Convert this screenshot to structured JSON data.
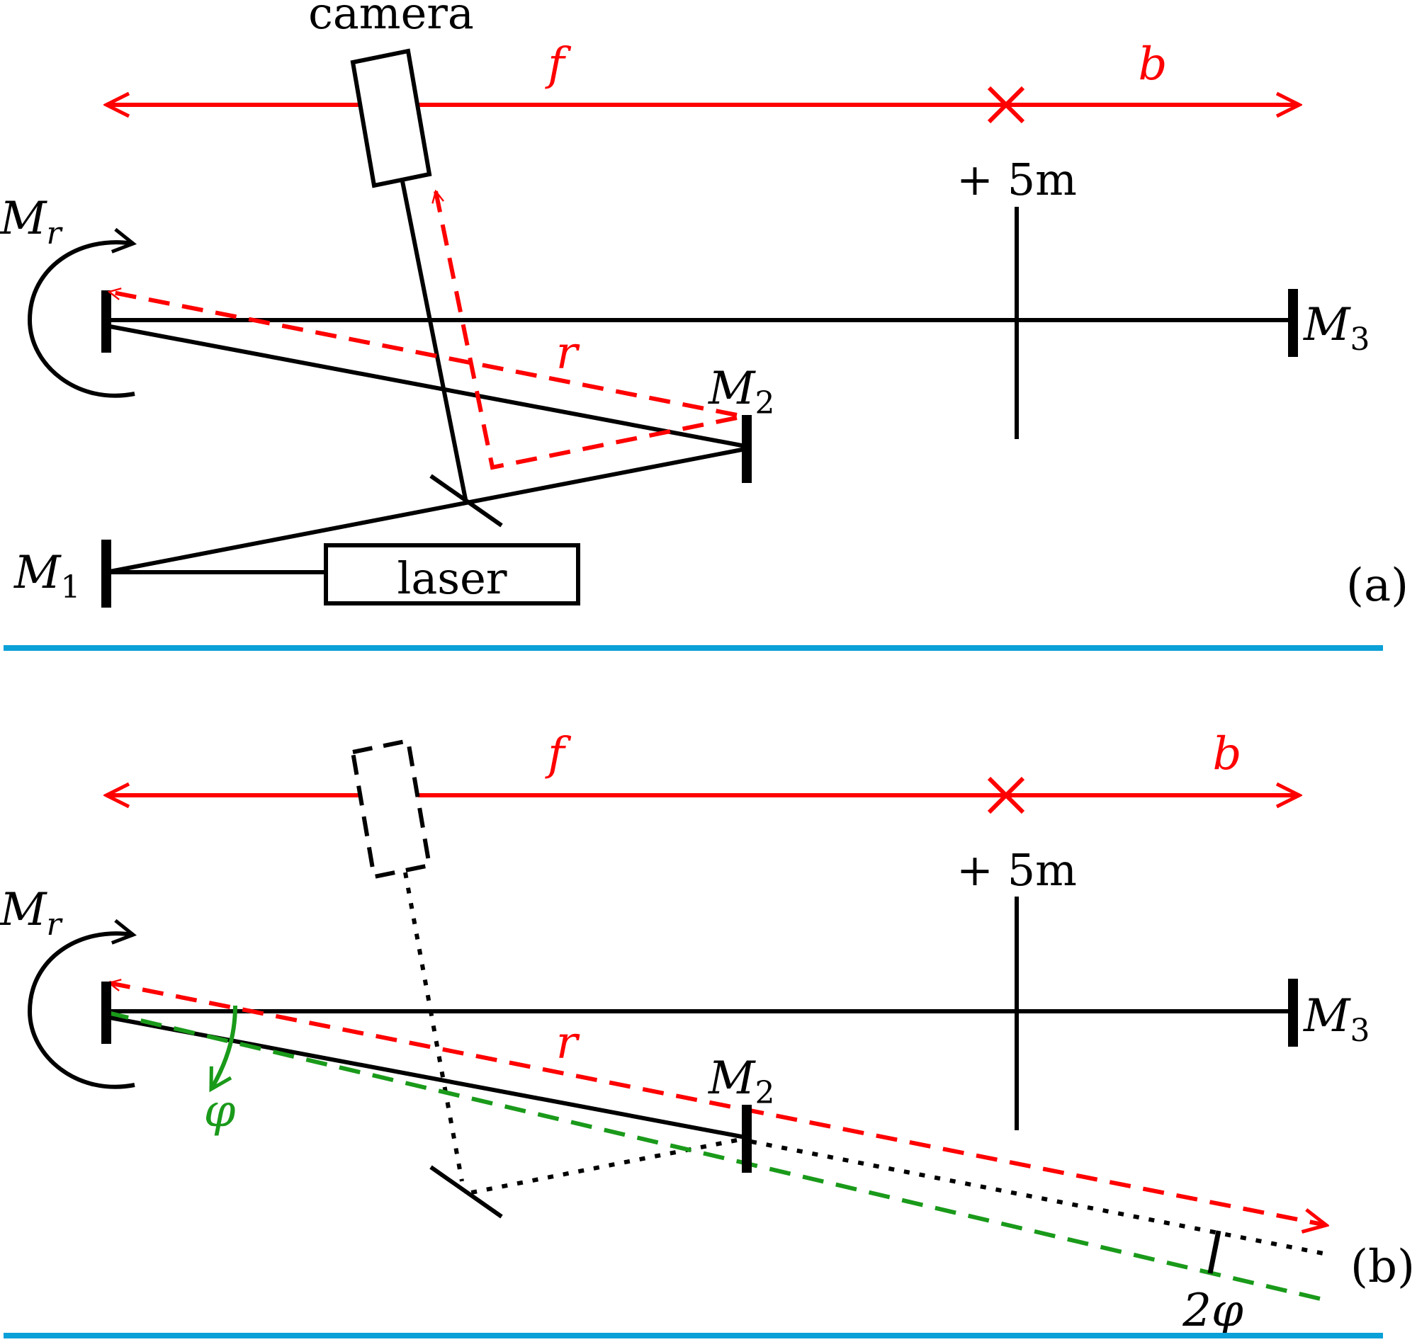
{
  "colors": {
    "ink": "#000000",
    "measure": "#ff0000",
    "rotation": "#1a9a1a",
    "separator": "#0aa0d8"
  },
  "panel_a": {
    "camera": "camera",
    "laser": "laser",
    "f": "f",
    "b": "b",
    "lens": "+ 5m",
    "mr": "M",
    "mr_sub": "r",
    "m1": "M",
    "m1_sub": "1",
    "m2": "M",
    "m2_sub": "2",
    "m3": "M",
    "m3_sub": "3",
    "r": "r",
    "tag": "(a)"
  },
  "panel_b": {
    "f": "f",
    "b": "b",
    "lens": "+ 5m",
    "mr": "M",
    "mr_sub": "r",
    "m2": "M",
    "m2_sub": "2",
    "m3": "M",
    "m3_sub": "3",
    "r": "r",
    "phi": "φ",
    "two_phi": "2φ",
    "tag": "(b)"
  }
}
